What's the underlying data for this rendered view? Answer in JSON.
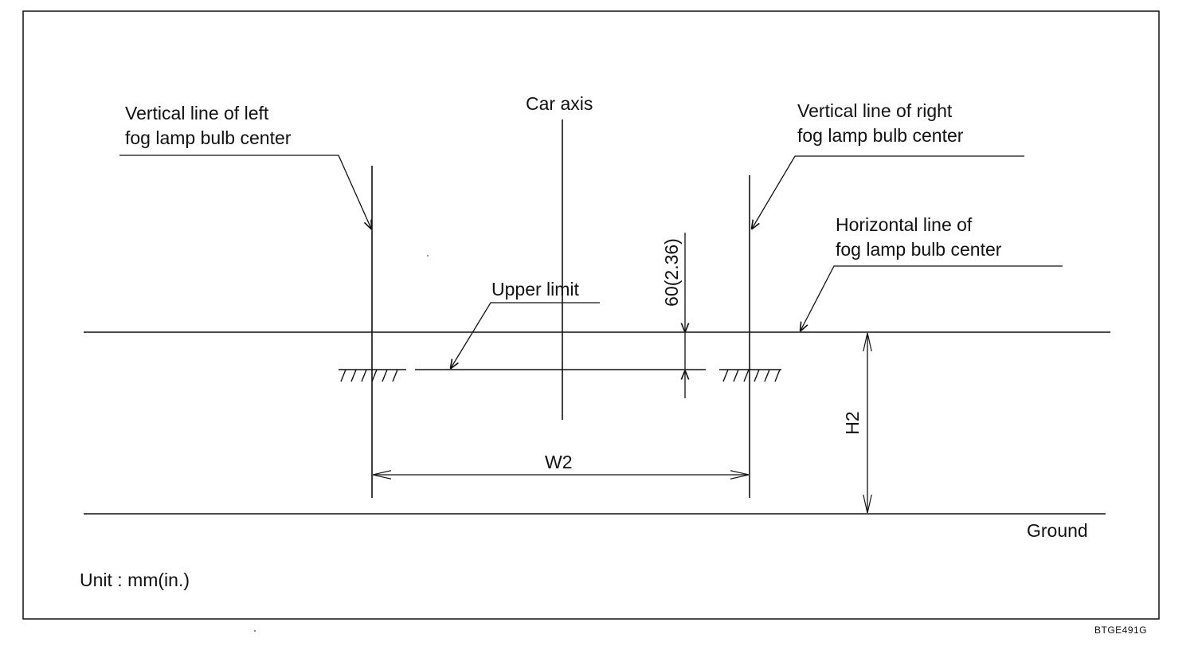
{
  "labels": {
    "left_vertical_1": "Vertical line of left",
    "left_vertical_2": "fog lamp bulb center",
    "car_axis": "Car axis",
    "right_vertical_1": "Vertical line of right",
    "right_vertical_2": "fog lamp bulb center",
    "horizontal_1": "Horizontal line of",
    "horizontal_2": "fog lamp bulb center",
    "upper_limit": "Upper limit",
    "offset_dim": "60(2.36)",
    "width_dim": "W2",
    "height_dim": "H2",
    "ground": "Ground",
    "unit": "Unit : mm(in.)",
    "figure_code": "BTGE491G"
  }
}
